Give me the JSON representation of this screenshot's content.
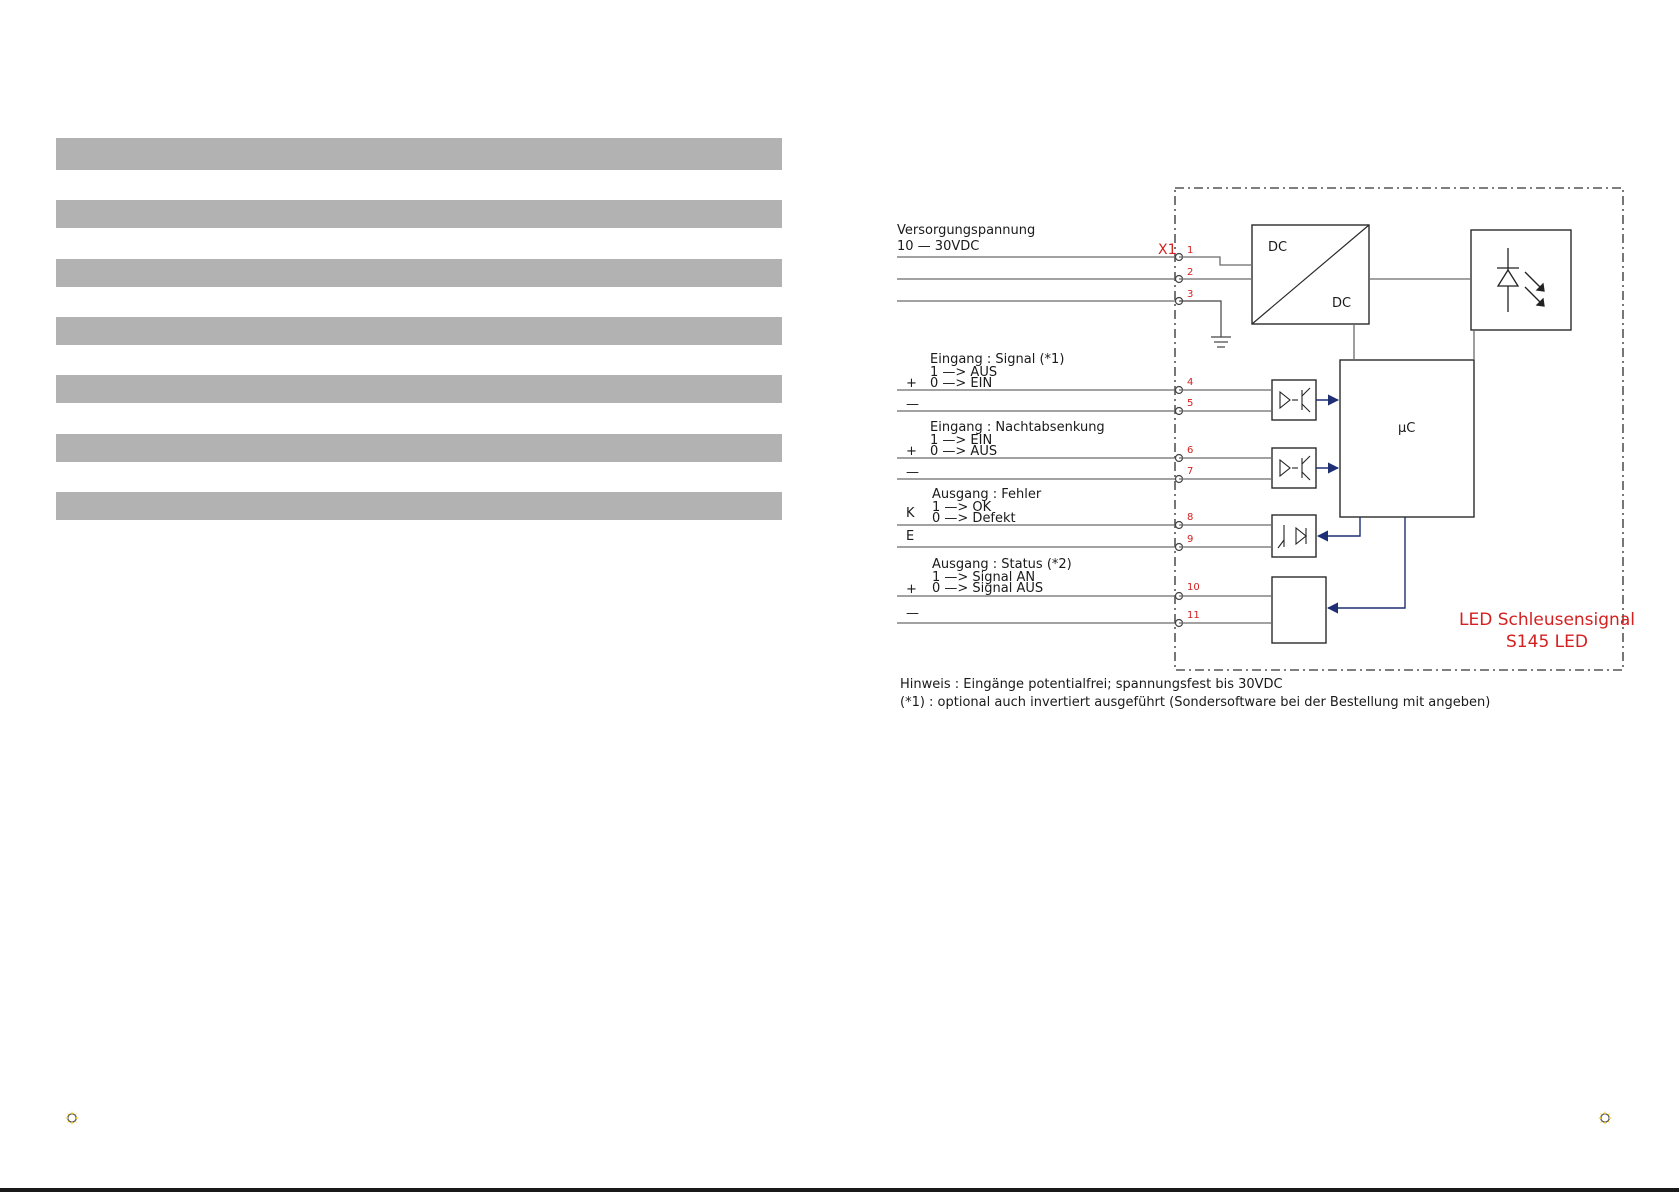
{
  "bars": {
    "count": 7,
    "color": "#b2b2b2"
  },
  "diagram": {
    "supply": {
      "label": "Versorgungspannung",
      "range": "10 — 30VDC",
      "connector": "X1"
    },
    "pins": [
      "1",
      "2",
      "3",
      "4",
      "5",
      "6",
      "7",
      "8",
      "9",
      "10",
      "11"
    ],
    "signal_input": {
      "title": "Eingang : Signal   (*1)",
      "line1": "1 —> AUS",
      "line2": "0 —> EIN",
      "plus": "+",
      "minus": "—"
    },
    "night_input": {
      "title": "Eingang : Nachtabsenkung",
      "line1": "1 —> EIN",
      "line2": "0 —> AUS",
      "plus": "+",
      "minus": "—"
    },
    "error_output": {
      "title": "Ausgang : Fehler",
      "line1": "1 —> OK",
      "line2": "0 —> Defekt",
      "k": "K",
      "e": "E"
    },
    "status_output": {
      "title": "Ausgang : Status (*2)",
      "line1": "1 —> Signal  AN",
      "line2": "0 —> Signal AUS",
      "plus": "+",
      "minus": "—"
    },
    "converter": {
      "in": "DC",
      "out": "DC"
    },
    "mcu": "µC",
    "product": {
      "line1": "LED Schleusensignal",
      "line2": "S145 LED",
      "color": "#d42020"
    },
    "note1": "Hinweis : Eingänge potentialfrei; spannungsfest bis 30VDC",
    "note2": "(*1) : optional auch invertiert ausgeführt (Sondersoftware bei der Bestellung mit angeben)"
  },
  "colors": {
    "flow": "#1f2f73",
    "pin": "#d42020",
    "sun": "#f2c518"
  }
}
